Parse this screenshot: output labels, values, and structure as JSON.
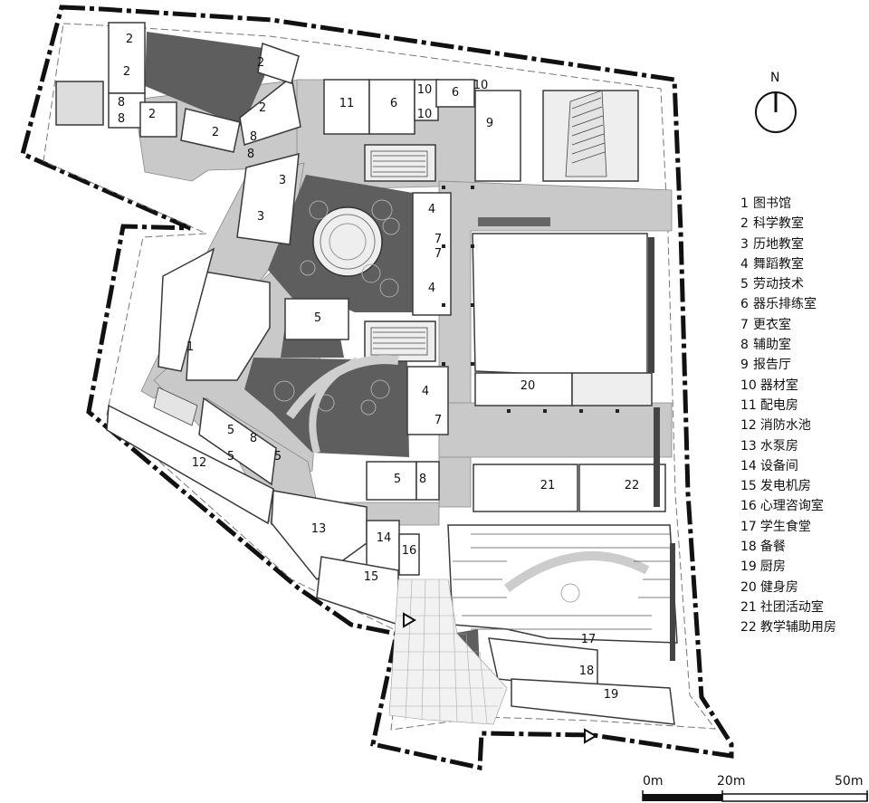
{
  "north_label": "N",
  "legend": [
    {
      "num": "1",
      "name": "图书馆"
    },
    {
      "num": "2",
      "name": "科学教室"
    },
    {
      "num": "3",
      "name": "历地教室"
    },
    {
      "num": "4",
      "name": "舞蹈教室"
    },
    {
      "num": "5",
      "name": "劳动技术"
    },
    {
      "num": "6",
      "name": "器乐排练室"
    },
    {
      "num": "7",
      "name": "更衣室"
    },
    {
      "num": "8",
      "name": "辅助室"
    },
    {
      "num": "9",
      "name": "报告厅"
    },
    {
      "num": "10",
      "name": "器材室"
    },
    {
      "num": "11",
      "name": "配电房"
    },
    {
      "num": "12",
      "name": "消防水池"
    },
    {
      "num": "13",
      "name": "水泵房"
    },
    {
      "num": "14",
      "name": "设备间"
    },
    {
      "num": "15",
      "name": "发电机房"
    },
    {
      "num": "16",
      "name": "心理咨询室"
    },
    {
      "num": "17",
      "name": "学生食堂"
    },
    {
      "num": "18",
      "name": "备餐"
    },
    {
      "num": "19",
      "name": "厨房"
    },
    {
      "num": "20",
      "name": "健身房"
    },
    {
      "num": "21",
      "name": "社团活动室"
    },
    {
      "num": "22",
      "name": "教学辅助用房"
    }
  ],
  "room_labels": [
    "2",
    "2",
    "2",
    "2",
    "2",
    "2",
    "8",
    "8",
    "8",
    "8",
    "11",
    "6",
    "10",
    "10",
    "6",
    "10",
    "9",
    "3",
    "3",
    "4",
    "7",
    "7",
    "4",
    "5",
    "1",
    "4",
    "7",
    "20",
    "5",
    "8",
    "5",
    "5",
    "12",
    "5",
    "8",
    "21",
    "22",
    "13",
    "14",
    "16",
    "15",
    "17",
    "18",
    "19"
  ],
  "scale_labels": [
    "0m",
    "20m",
    "50m"
  ],
  "colors": {
    "courtyard": "#5e5e5e",
    "corridor": "#c9c9c9",
    "room": "#ffffff",
    "wall": "#3a3a3a"
  }
}
